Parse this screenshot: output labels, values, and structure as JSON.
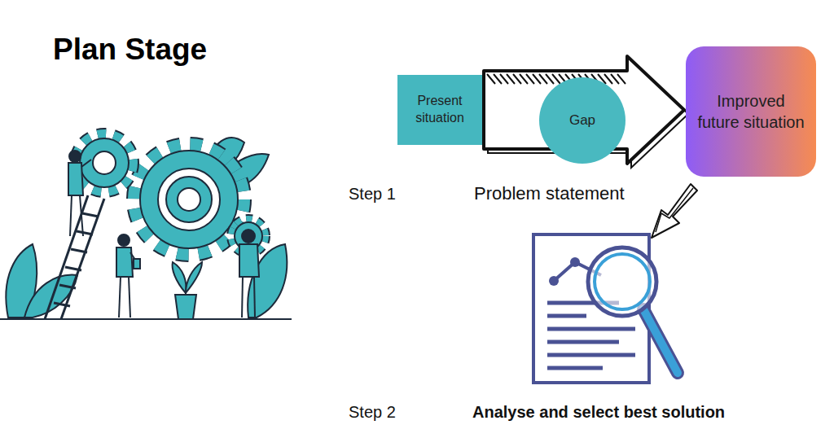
{
  "diagram": {
    "title": "Plan Stage",
    "nodes": [
      {
        "text": [
          "Present situation"
        ]
      },
      {
        "text": [
          "Gap"
        ]
      },
      {
        "text": [
          "Improved future situation"
        ]
      }
    ],
    "edges": [
      {
        "from": 0,
        "to": 2,
        "arrow": "to"
      }
    ],
    "labels": [
      "Step 1",
      "Problem statement",
      "Step 2",
      "Analyse and select best solution"
    ]
  }
}
